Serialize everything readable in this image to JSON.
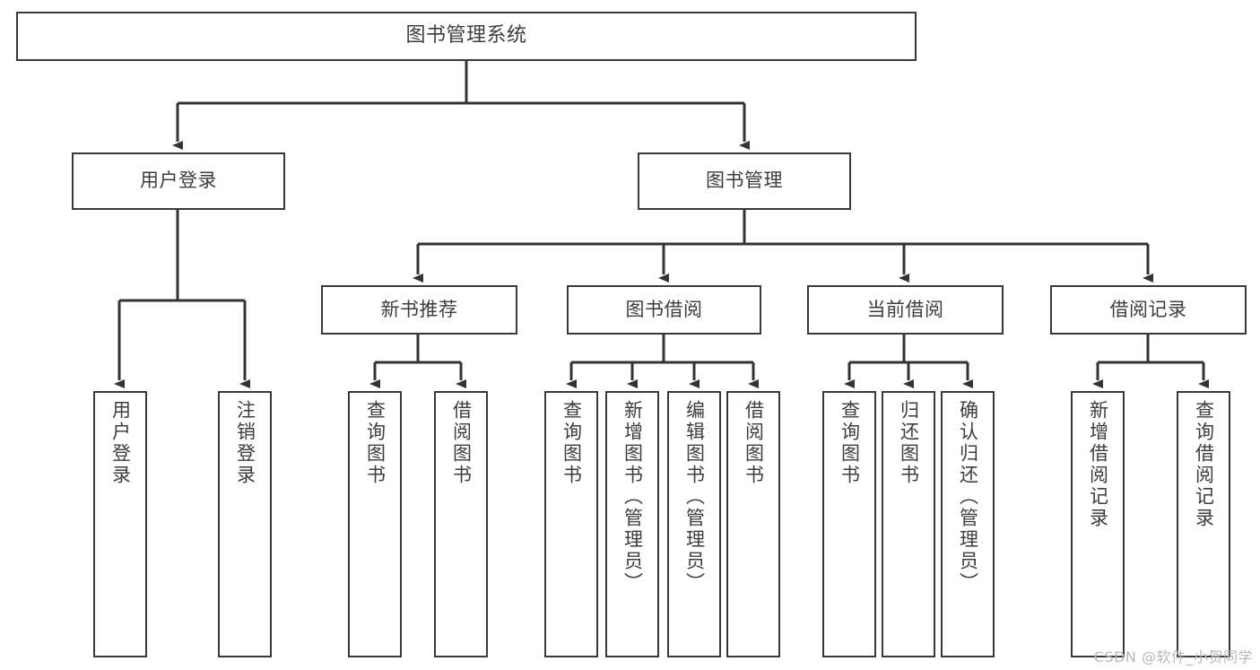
{
  "diagram": {
    "title": "图书管理系统",
    "type": "hierarchy-tree",
    "colors": {
      "box_border": "#3a3a3a",
      "box_fill": "#ffffff",
      "connector": "#333333",
      "text": "#3d3d3d",
      "watermark": "#b8b8b8",
      "background": "#ffffff"
    },
    "watermark": "CSDN @软件_小贺同学",
    "nodes": {
      "root": {
        "label": "图书管理系统"
      },
      "level2": [
        {
          "id": "user-login",
          "label": "用户登录"
        },
        {
          "id": "book-manage",
          "label": "图书管理"
        }
      ],
      "level3": [
        {
          "id": "new-book-recommend",
          "label": "新书推荐"
        },
        {
          "id": "book-borrow",
          "label": "图书借阅"
        },
        {
          "id": "current-borrow",
          "label": "当前借阅"
        },
        {
          "id": "borrow-record",
          "label": "借阅记录"
        }
      ],
      "leaves": {
        "user-login": [
          {
            "id": "leaf-user-login",
            "label": "用户登录"
          },
          {
            "id": "leaf-logout",
            "label": "注销登录"
          }
        ],
        "new-book-recommend": [
          {
            "id": "leaf-query-book-1",
            "label": "查询图书"
          },
          {
            "id": "leaf-borrow-book-1",
            "label": "借阅图书"
          }
        ],
        "book-borrow": [
          {
            "id": "leaf-query-book-2",
            "label": "查询图书"
          },
          {
            "id": "leaf-add-book",
            "label": "新增图书（管理员）"
          },
          {
            "id": "leaf-edit-book",
            "label": "编辑图书（管理员）"
          },
          {
            "id": "leaf-borrow-book-2",
            "label": "借阅图书"
          }
        ],
        "current-borrow": [
          {
            "id": "leaf-query-book-3",
            "label": "查询图书"
          },
          {
            "id": "leaf-return-book",
            "label": "归还图书"
          },
          {
            "id": "leaf-confirm-return",
            "label": "确认归还（管理员）"
          }
        ],
        "borrow-record": [
          {
            "id": "leaf-add-record",
            "label": "新增借阅记录"
          },
          {
            "id": "leaf-query-record",
            "label": "查询借阅记录"
          }
        ]
      }
    }
  }
}
